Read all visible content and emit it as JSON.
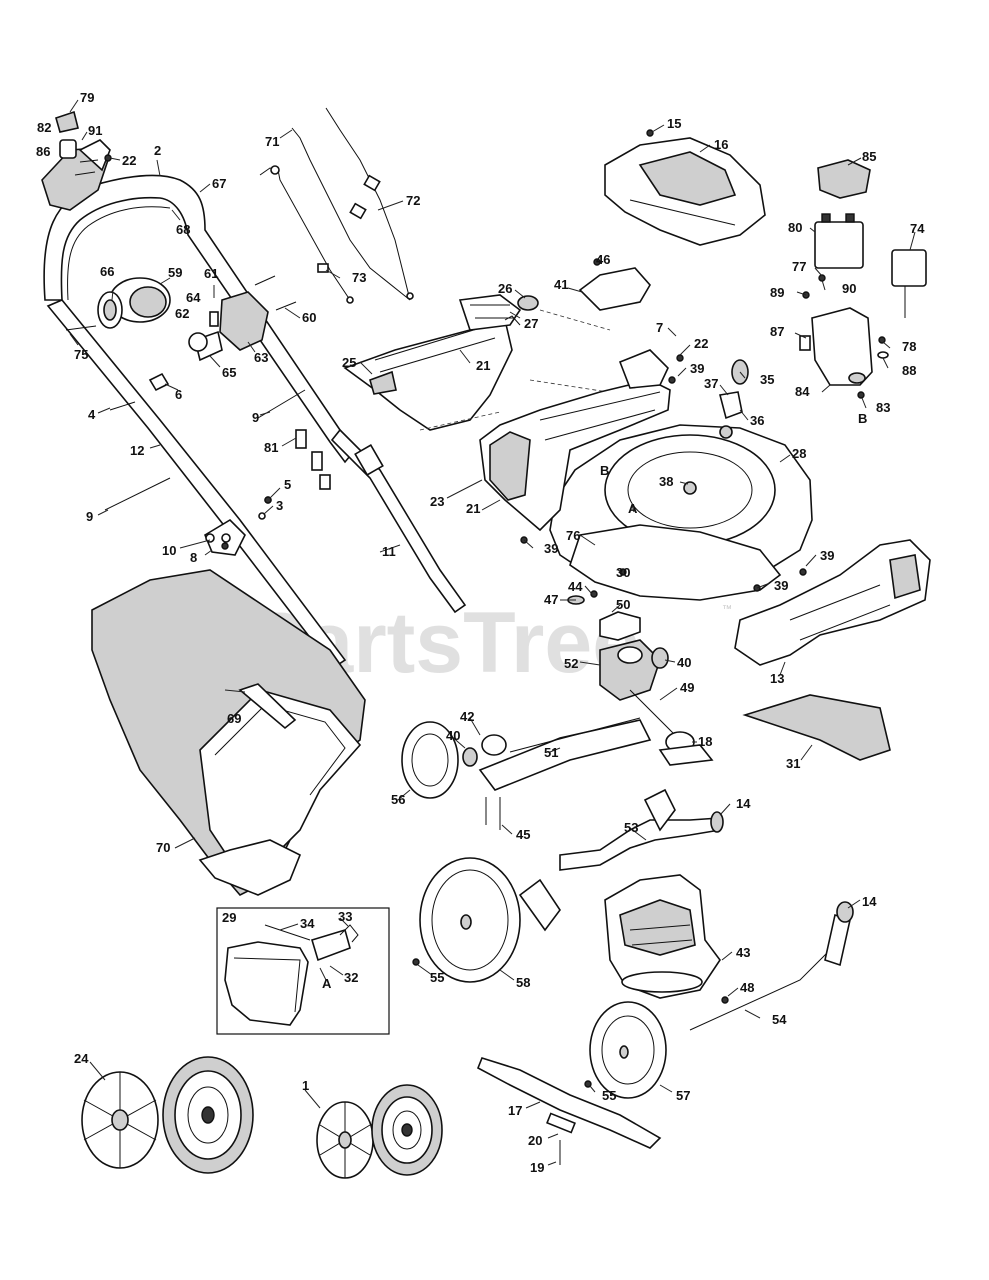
{
  "watermark": {
    "text": "PartsTree",
    "trademark": "™"
  },
  "callouts": [
    {
      "id": "c79",
      "text": "79"
    },
    {
      "id": "c82",
      "text": "82"
    },
    {
      "id": "c91",
      "text": "91"
    },
    {
      "id": "c86",
      "text": "86"
    },
    {
      "id": "c22a",
      "text": "22"
    },
    {
      "id": "c2",
      "text": "2"
    },
    {
      "id": "c67",
      "text": "67"
    },
    {
      "id": "c68",
      "text": "68"
    },
    {
      "id": "c71",
      "text": "71"
    },
    {
      "id": "c72",
      "text": "72"
    },
    {
      "id": "c73",
      "text": "73"
    },
    {
      "id": "c15",
      "text": "15"
    },
    {
      "id": "c16",
      "text": "16"
    },
    {
      "id": "c85",
      "text": "85"
    },
    {
      "id": "c80",
      "text": "80"
    },
    {
      "id": "c74",
      "text": "74"
    },
    {
      "id": "c66",
      "text": "66"
    },
    {
      "id": "c59",
      "text": "59"
    },
    {
      "id": "c61",
      "text": "61"
    },
    {
      "id": "c64",
      "text": "64"
    },
    {
      "id": "c62",
      "text": "62"
    },
    {
      "id": "c60",
      "text": "60"
    },
    {
      "id": "c63",
      "text": "63"
    },
    {
      "id": "c65",
      "text": "65"
    },
    {
      "id": "c75",
      "text": "75"
    },
    {
      "id": "c6",
      "text": "6"
    },
    {
      "id": "c4",
      "text": "4"
    },
    {
      "id": "c46",
      "text": "46"
    },
    {
      "id": "c41",
      "text": "41"
    },
    {
      "id": "c26",
      "text": "26"
    },
    {
      "id": "c27",
      "text": "27"
    },
    {
      "id": "c25",
      "text": "25"
    },
    {
      "id": "c21a",
      "text": "21"
    },
    {
      "id": "c7",
      "text": "7"
    },
    {
      "id": "c22b",
      "text": "22"
    },
    {
      "id": "c39a",
      "text": "39"
    },
    {
      "id": "c37",
      "text": "37"
    },
    {
      "id": "c35",
      "text": "35"
    },
    {
      "id": "c36",
      "text": "36"
    },
    {
      "id": "c77",
      "text": "77"
    },
    {
      "id": "c89",
      "text": "89"
    },
    {
      "id": "c90",
      "text": "90"
    },
    {
      "id": "c87",
      "text": "87"
    },
    {
      "id": "c78",
      "text": "78"
    },
    {
      "id": "c88",
      "text": "88"
    },
    {
      "id": "c84",
      "text": "84"
    },
    {
      "id": "c83",
      "text": "83"
    },
    {
      "id": "cB1",
      "text": "B"
    },
    {
      "id": "c9a",
      "text": "9"
    },
    {
      "id": "c12",
      "text": "12"
    },
    {
      "id": "c81",
      "text": "81"
    },
    {
      "id": "c28",
      "text": "28"
    },
    {
      "id": "cB2",
      "text": "B"
    },
    {
      "id": "c38",
      "text": "38"
    },
    {
      "id": "c5",
      "text": "5"
    },
    {
      "id": "c3",
      "text": "3"
    },
    {
      "id": "c9b",
      "text": "9"
    },
    {
      "id": "c23",
      "text": "23"
    },
    {
      "id": "c21b",
      "text": "21"
    },
    {
      "id": "cA1",
      "text": "A"
    },
    {
      "id": "c76",
      "text": "76"
    },
    {
      "id": "c39b",
      "text": "39"
    },
    {
      "id": "c30",
      "text": "30"
    },
    {
      "id": "c39c",
      "text": "39"
    },
    {
      "id": "c39d",
      "text": "39"
    },
    {
      "id": "c10",
      "text": "10"
    },
    {
      "id": "c8",
      "text": "8"
    },
    {
      "id": "c11",
      "text": "11"
    },
    {
      "id": "c44",
      "text": "44"
    },
    {
      "id": "c47",
      "text": "47"
    },
    {
      "id": "c50",
      "text": "50"
    },
    {
      "id": "c40a",
      "text": "40"
    },
    {
      "id": "c13",
      "text": "13"
    },
    {
      "id": "c52",
      "text": "52"
    },
    {
      "id": "c49",
      "text": "49"
    },
    {
      "id": "c69",
      "text": "69"
    },
    {
      "id": "c42",
      "text": "42"
    },
    {
      "id": "c18",
      "text": "18"
    },
    {
      "id": "c31",
      "text": "31"
    },
    {
      "id": "c40b",
      "text": "40"
    },
    {
      "id": "c51",
      "text": "51"
    },
    {
      "id": "c56",
      "text": "56"
    },
    {
      "id": "c45",
      "text": "45"
    },
    {
      "id": "c14a",
      "text": "14"
    },
    {
      "id": "c53",
      "text": "53"
    },
    {
      "id": "c70",
      "text": "70"
    },
    {
      "id": "c29",
      "text": "29"
    },
    {
      "id": "c34",
      "text": "34"
    },
    {
      "id": "c33",
      "text": "33"
    },
    {
      "id": "c14b",
      "text": "14"
    },
    {
      "id": "c43",
      "text": "43"
    },
    {
      "id": "c32",
      "text": "32"
    },
    {
      "id": "cA2",
      "text": "A"
    },
    {
      "id": "c55a",
      "text": "55"
    },
    {
      "id": "c58",
      "text": "58"
    },
    {
      "id": "c48",
      "text": "48"
    },
    {
      "id": "c54",
      "text": "54"
    },
    {
      "id": "c24",
      "text": "24"
    },
    {
      "id": "c1",
      "text": "1"
    },
    {
      "id": "c57",
      "text": "57"
    },
    {
      "id": "c55b",
      "text": "55"
    },
    {
      "id": "c17",
      "text": "17"
    },
    {
      "id": "c20",
      "text": "20"
    },
    {
      "id": "c19",
      "text": "19"
    }
  ]
}
